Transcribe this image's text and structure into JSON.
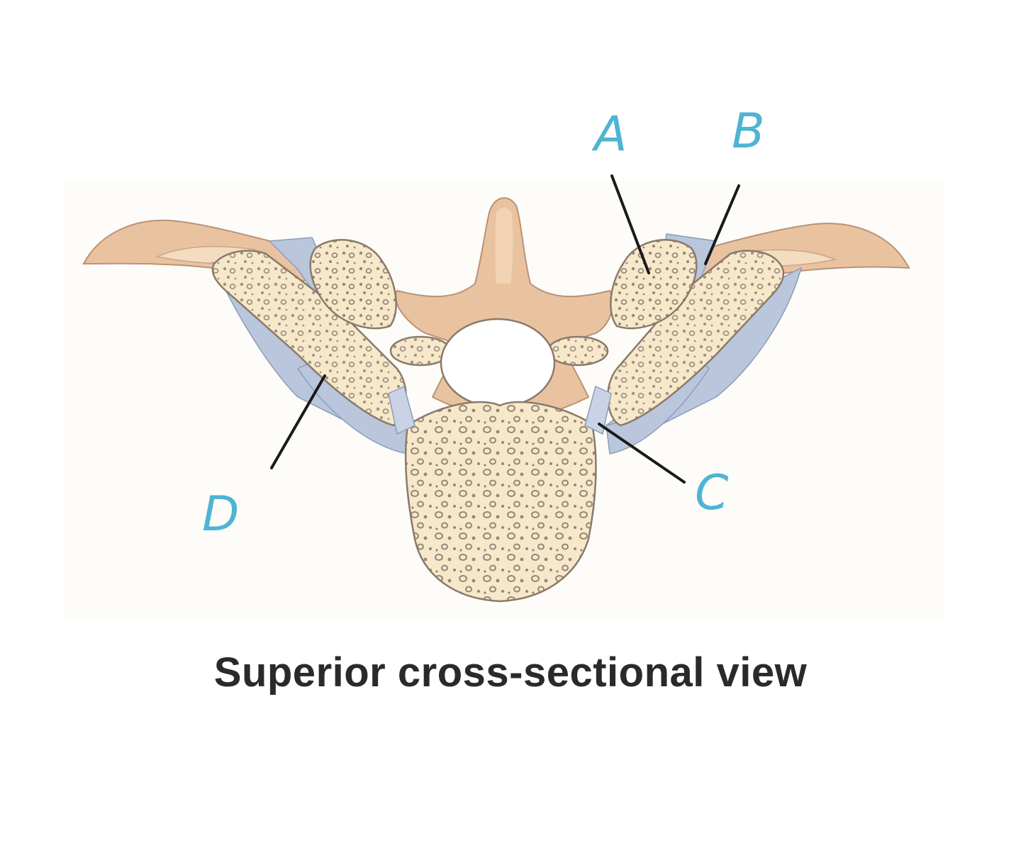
{
  "caption": "Superior cross-sectional view",
  "labels": {
    "a": "A",
    "b": "B",
    "c": "C",
    "d": "D"
  },
  "colors": {
    "rib_tan": "#e9c3a0",
    "bone_cream": "#f6e8c9",
    "ligament_blue": "#b9c6dc",
    "label_blue": "#4fb4d3",
    "leader_line": "#1a1a1a",
    "caption_text": "#2a2a2a"
  }
}
